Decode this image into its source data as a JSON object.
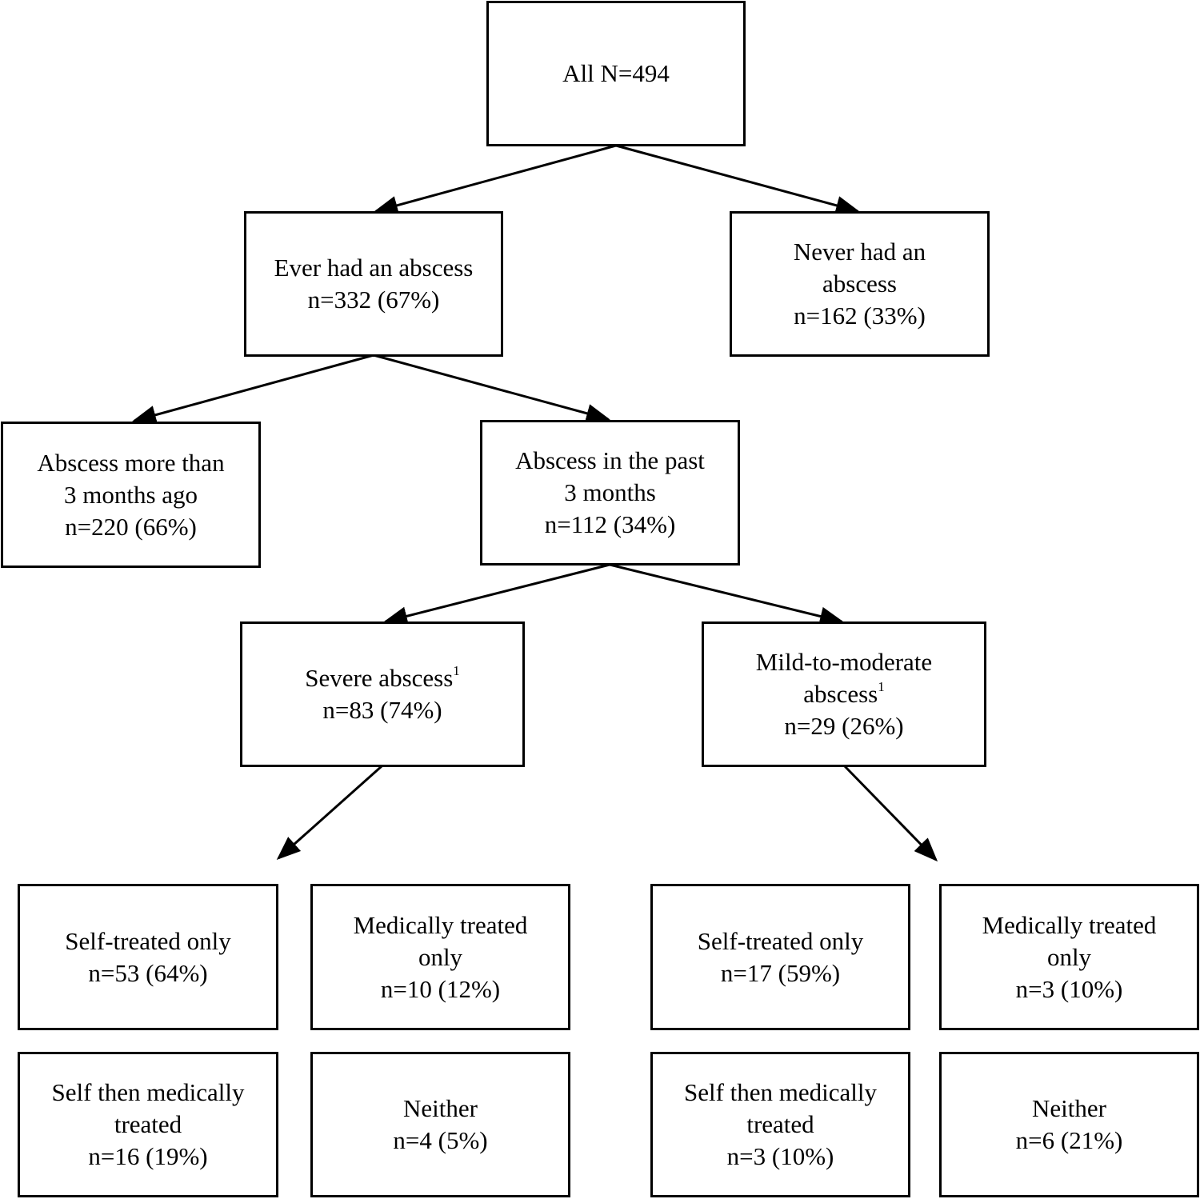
{
  "nodes": {
    "all": {
      "lines": [
        "All N=494"
      ]
    },
    "ever": {
      "lines": [
        "Ever had an abscess",
        "n=332 (67%)"
      ]
    },
    "never": {
      "lines": [
        "Never had an",
        "abscess",
        "n=162 (33%)"
      ]
    },
    "more3": {
      "lines": [
        "Abscess more than",
        "3 months ago",
        "n=220 (66%)"
      ]
    },
    "past3": {
      "lines": [
        "Abscess in the past",
        "3 months",
        "n=112 (34%)"
      ]
    },
    "severe": {
      "line1": "Severe abscess",
      "sup": "1",
      "line2": "n=83 (74%)"
    },
    "mild": {
      "line1": "Mild-to-moderate",
      "line2": "abscess",
      "sup": "1",
      "line3": "n=29 (26%)"
    },
    "sev_self": {
      "lines": [
        "Self-treated only",
        "n=53 (64%)"
      ]
    },
    "sev_med": {
      "lines": [
        "Medically treated",
        "only",
        "n=10 (12%)"
      ]
    },
    "sev_selfmed": {
      "lines": [
        "Self then medically",
        "treated",
        "n=16 (19%)"
      ]
    },
    "sev_neither": {
      "lines": [
        "Neither",
        "n=4 (5%)"
      ]
    },
    "mild_self": {
      "lines": [
        "Self-treated only",
        "n=17 (59%)"
      ]
    },
    "mild_med": {
      "lines": [
        "Medically treated",
        "only",
        "n=3 (10%)"
      ]
    },
    "mild_selfmed": {
      "lines": [
        "Self then medically",
        "treated",
        "n=3 (10%)"
      ]
    },
    "mild_neither": {
      "lines": [
        "Neither",
        "n=6 (21%)"
      ]
    }
  }
}
